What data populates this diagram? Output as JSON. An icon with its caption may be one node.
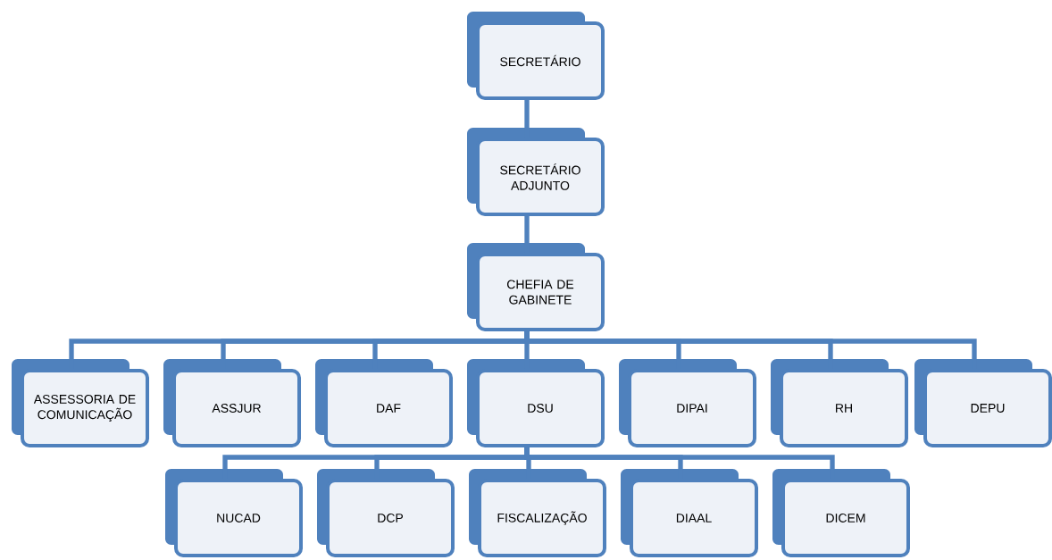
{
  "diagram": {
    "nodes": [
      {
        "text": [
          "SECRETÁRIO"
        ]
      },
      {
        "text": [
          "SECRETÁRIO ADJUNTO"
        ]
      },
      {
        "text": [
          "CHEFIA DE GABINETE"
        ]
      },
      {
        "text": [
          "ASSESSORIA DE COMUNICAÇÃO"
        ]
      },
      {
        "text": [
          "ASSJUR"
        ]
      },
      {
        "text": [
          "DAF"
        ]
      },
      {
        "text": [
          "DSU"
        ]
      },
      {
        "text": [
          "DIPAI"
        ]
      },
      {
        "text": [
          "RH"
        ]
      },
      {
        "text": [
          "DEPU"
        ]
      },
      {
        "text": [
          "NUCAD"
        ]
      },
      {
        "text": [
          "DCP"
        ]
      },
      {
        "text": [
          "FISCALIZAÇÃO"
        ]
      },
      {
        "text": [
          "DIAAL"
        ]
      },
      {
        "text": [
          "DICEM"
        ]
      }
    ],
    "edges": [
      {
        "from": 0,
        "to": 1,
        "arrow": "none"
      },
      {
        "from": 1,
        "to": 2,
        "arrow": "none"
      },
      {
        "from": 2,
        "to": 3,
        "arrow": "none"
      },
      {
        "from": 2,
        "to": 4,
        "arrow": "none"
      },
      {
        "from": 2,
        "to": 5,
        "arrow": "none"
      },
      {
        "from": 2,
        "to": 6,
        "arrow": "none"
      },
      {
        "from": 2,
        "to": 7,
        "arrow": "none"
      },
      {
        "from": 2,
        "to": 8,
        "arrow": "none"
      },
      {
        "from": 2,
        "to": 9,
        "arrow": "none"
      },
      {
        "from": 6,
        "to": 10,
        "arrow": "none"
      },
      {
        "from": 6,
        "to": 11,
        "arrow": "none"
      },
      {
        "from": 6,
        "to": 12,
        "arrow": "none"
      },
      {
        "from": 6,
        "to": 13,
        "arrow": "none"
      },
      {
        "from": 6,
        "to": 14,
        "arrow": "none"
      }
    ]
  }
}
